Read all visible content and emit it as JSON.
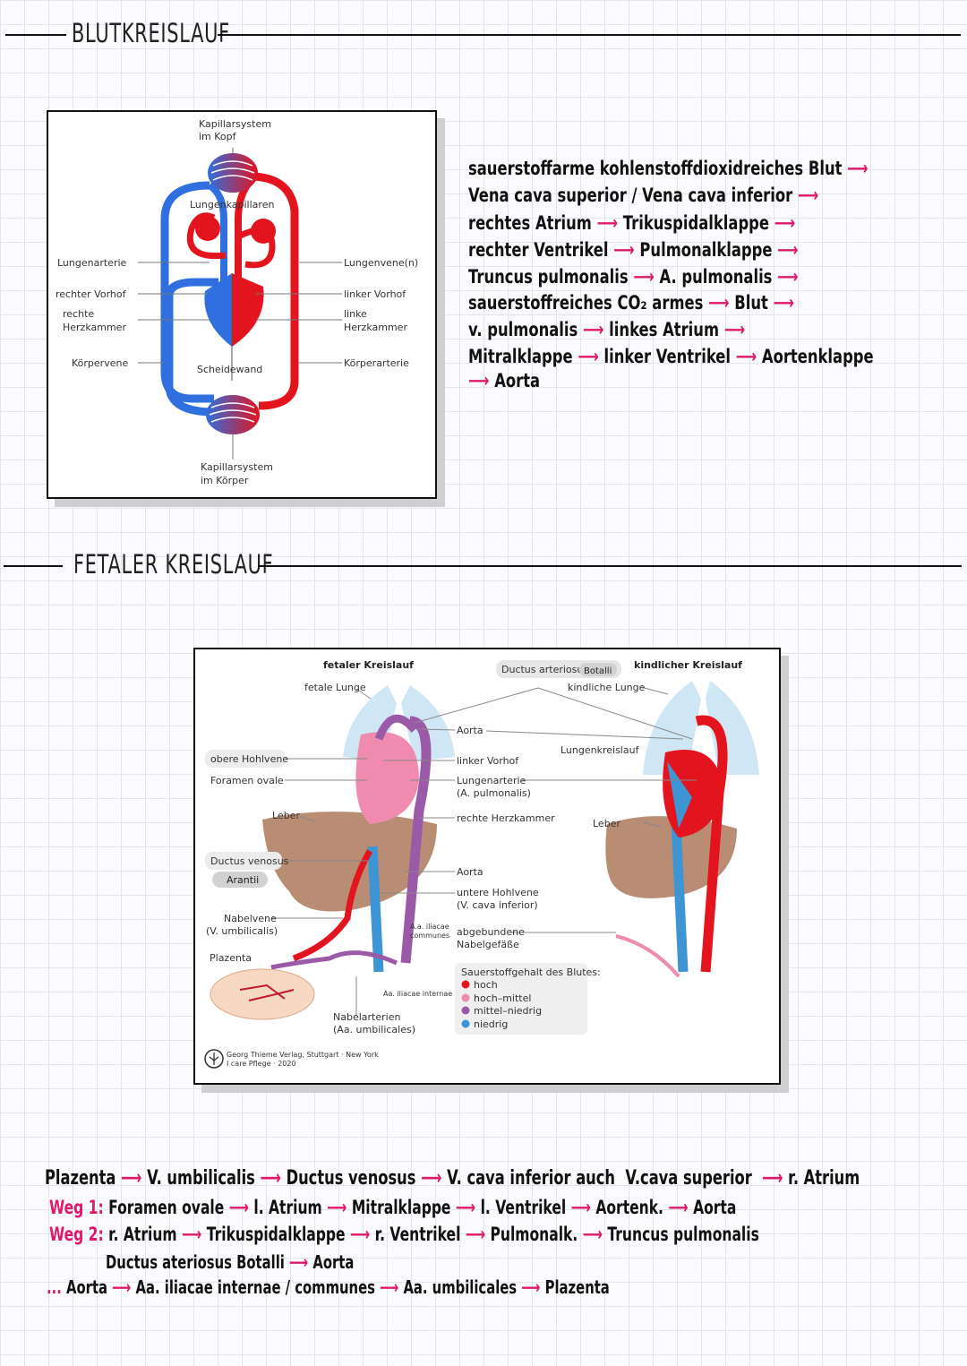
{
  "section1": {
    "title": "BLUTKREISLAUF",
    "diagram": {
      "kapillar_kopf_1": "Kapillarsystem",
      "kapillar_kopf_2": "im Kopf",
      "lungenkapillaren": "Lungenkapillaren",
      "lungenarterie": "Lungenarterie",
      "lungenvenen": "Lungenvene(n)",
      "rechter_vorhof": "rechter Vorhof",
      "linker_vorhof": "linker Vorhof",
      "rechte_hk_1": "rechte",
      "rechte_hk_2": "Herzkammer",
      "linke_hk_1": "linke",
      "linke_hk_2": "Herzkammer",
      "koerpervene": "Körpervene",
      "scheidewand": "Scheidewand",
      "koerperarterie": "Körperarterie",
      "kapillar_koerper_1": "Kapillarsystem",
      "kapillar_koerper_2": "im Körper"
    },
    "notes": [
      {
        "parts": [
          "sauerstoffarme kohlenstoffdioxidreiches Blut"
        ]
      },
      {
        "parts": [
          "Vena cava superior / Vena cava inferior"
        ]
      },
      {
        "parts": [
          "rechtes Atrium",
          "Trikuspidalklappe"
        ]
      },
      {
        "parts": [
          "rechter Ventrikel",
          "Pulmonalklappe"
        ]
      },
      {
        "parts": [
          "Truncus pulmonalis",
          "A. pulmonalis"
        ]
      },
      {
        "parts": [
          "sauerstoffreiches CO₂ armes",
          "Blut"
        ]
      },
      {
        "parts": [
          "v. pulmonalis",
          "linkes Atrium"
        ]
      },
      {
        "parts": [
          "Mitralklappe",
          "linker Ventrikel",
          "Aortenklappe"
        ]
      },
      {
        "parts": [
          "Aorta"
        ]
      }
    ]
  },
  "section2": {
    "title": "FETALER KREISLAUF",
    "diagram": {
      "fetaler_kreislauf": "fetaler Kreislauf",
      "ductus_arteriosus": "Ductus arteriosus",
      "botalli": "Botalli",
      "kindlicher_kreislauf": "kindlicher Kreislauf",
      "fetale_lunge": "fetale Lunge",
      "kindliche_lunge": "kindliche Lunge",
      "aorta_top": "Aorta",
      "lungenkreislauf": "Lungenkreislauf",
      "obere_hohlvene": "obere Hohlvene",
      "linker_vorhof": "linker Vorhof",
      "foramen_ovale": "Foramen ovale",
      "lungenarterie_1": "Lungenarterie",
      "lungenarterie_2": "(A. pulmonalis)",
      "leber_left": "Leber",
      "rechte_herzkammer": "rechte Herzkammer",
      "leber_right": "Leber",
      "ductus_venosus": "Ductus venosus",
      "arantii": "Arantii",
      "aorta_mid": "Aorta",
      "untere_hohlvene_1": "untere Hohlvene",
      "untere_hohlvene_2": "(V. cava inferior)",
      "nabelvene_1": "Nabelvene",
      "nabelvene_2": "(V. umbilicalis)",
      "aa_iliacae_comm_1": "A.a. iliacae",
      "aa_iliacae_comm_2": "communes",
      "abgebundene_1": "abgebundene",
      "abgebundene_2": "Nabelgefäße",
      "plazenta": "Plazenta",
      "aa_iliacae_int": "Aa. iliacae internae",
      "nabelarterien_1": "Nabelarterien",
      "nabelarterien_2": "(Aa. umbilicales)",
      "legend_title": "Sauerstoffgehalt des Blutes:",
      "legend": [
        {
          "label": "hoch",
          "color": "#e3141e"
        },
        {
          "label": "hoch–mittel",
          "color": "#f08aae"
        },
        {
          "label": "mittel–niedrig",
          "color": "#9b5aa8"
        },
        {
          "label": "niedrig",
          "color": "#3d95d4"
        }
      ],
      "credit_1": "Georg Thieme Verlag, Stuttgart · New York",
      "credit_2": "I care Pflege · 2020"
    },
    "notes": {
      "line1": [
        "Plazenta",
        "V. umbilicalis",
        "Ductus venosus",
        "V. cava inferior auch",
        "V.cava superior",
        "r. Atrium"
      ],
      "line2_label": "Weg 1",
      "line2": [
        "Foramen ovale",
        "l. Atrium",
        "Mitralklappe",
        "l. Ventrikel",
        "Aortenk.",
        "Aorta"
      ],
      "line3_label": "Weg 2",
      "line3": [
        "r. Atrium",
        "Trikuspidalklappe",
        "r. Ventrikel",
        "Pulmonalk.",
        "Truncus pulmonalis"
      ],
      "line4": [
        "Ductus ateriosus Botalli",
        "Aorta"
      ],
      "line5_prefix": "...",
      "line5": [
        "Aorta",
        "Aa. iliacae internae / communes",
        "Aa. umbilicales",
        "Plazenta"
      ]
    }
  },
  "colors": {
    "arrow": "#e0186c",
    "artery": "#e3141e",
    "vein": "#2f6fe0"
  }
}
